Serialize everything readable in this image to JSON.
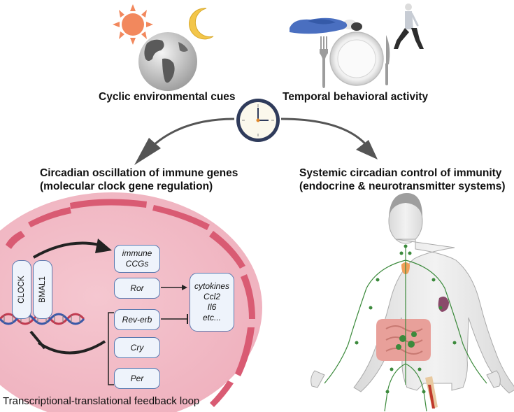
{
  "top_left_caption": "Cyclic environmental cues",
  "top_right_caption": "Temporal behavioral activity",
  "left_heading": {
    "line1": "Circadian oscillation of immune genes",
    "line2": "(molecular clock gene regulation)"
  },
  "right_heading": {
    "line1": "Systemic circadian control of immunity",
    "line2": "(endocrine & neurotransmitter systems)"
  },
  "clock_proteins": [
    "CLOCK",
    "BMAL1"
  ],
  "genes": {
    "immune_ccgs": [
      "immune",
      "CCGs"
    ],
    "ror": "Ror",
    "rev_erb": "Rev-erb",
    "cry": "Cry",
    "per": "Per"
  },
  "targets": [
    "cytokines",
    "Ccl2",
    "Il6",
    "etc..."
  ],
  "footer_caption": "Transcriptional-translational feedback loop",
  "colors": {
    "cell_fill": "#f0b8c3",
    "membrane": "#d95b73",
    "gene_box_border": "#5a79b0",
    "arrow_gray": "#555555",
    "sun": "#f2885d",
    "moon": "#f3c64a",
    "dna_red": "#c23a4f",
    "dna_blue": "#3a58a8",
    "lymph_green": "#3c8a3c"
  },
  "icons": [
    "sun-icon",
    "moon-icon",
    "globe-icon",
    "sleeping-person-icon",
    "plate-icon",
    "fork-icon",
    "knife-icon",
    "walking-person-icon",
    "clock-icon",
    "dna-icon",
    "human-body-icon"
  ]
}
